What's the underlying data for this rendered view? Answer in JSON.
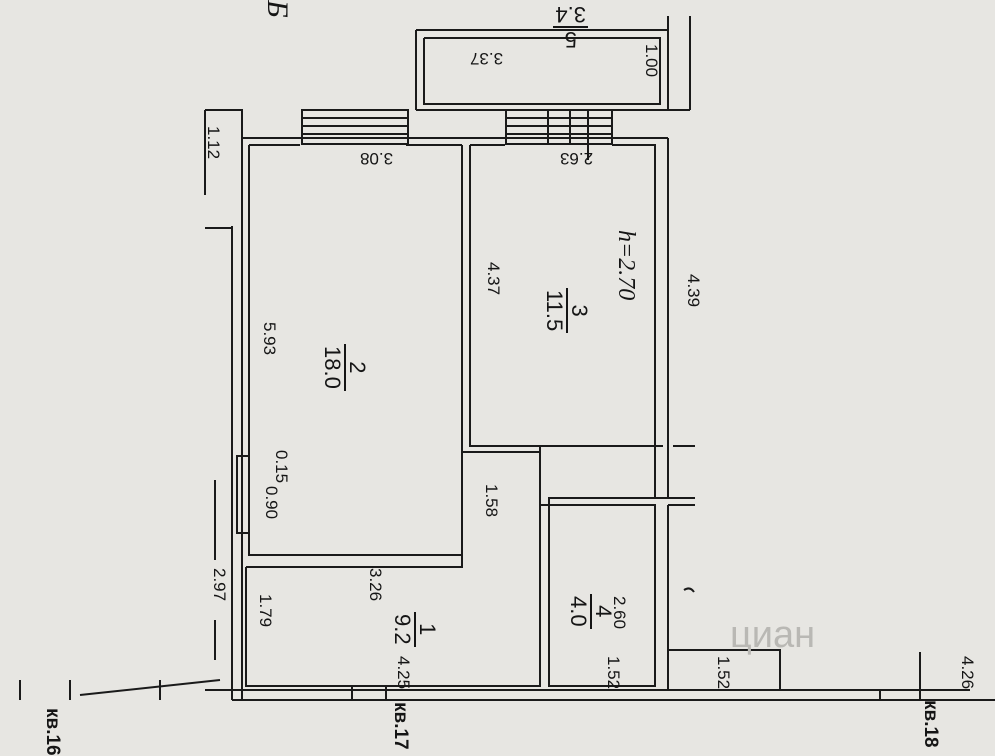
{
  "rooms": [
    {
      "number": "1",
      "area": "9.2"
    },
    {
      "number": "2",
      "area": "18.0"
    },
    {
      "number": "3",
      "area": "11.5"
    },
    {
      "number": "4",
      "area": "4.0"
    },
    {
      "number": "5",
      "area": "3.4"
    }
  ],
  "dimensions": {
    "d_3_08": "3.08",
    "d_5_93": "5.93",
    "d_0_15": "0.15",
    "d_0_90": "0.90",
    "d_2_97": "2.97",
    "d_3_26": "3.26",
    "d_1_79": "1.79",
    "d_4_25": "4.25",
    "d_1_58": "1.58",
    "d_4_37": "4.37",
    "d_2_63": "2.63",
    "d_4_39": "4.39",
    "d_2_60": "2.60",
    "d_1_52a": "1.52",
    "d_1_52b": "1.52",
    "d_3_37": "3.37",
    "d_1_00": "1.00",
    "d_1_12": "1.12",
    "d_4_26": "4.26"
  },
  "height_label": "h=2.70",
  "neighbors": {
    "kv16": "кв.16",
    "kv17": "кв.17",
    "kv18": "кв.18"
  },
  "watermark": "циан",
  "corner_mark": "Б"
}
